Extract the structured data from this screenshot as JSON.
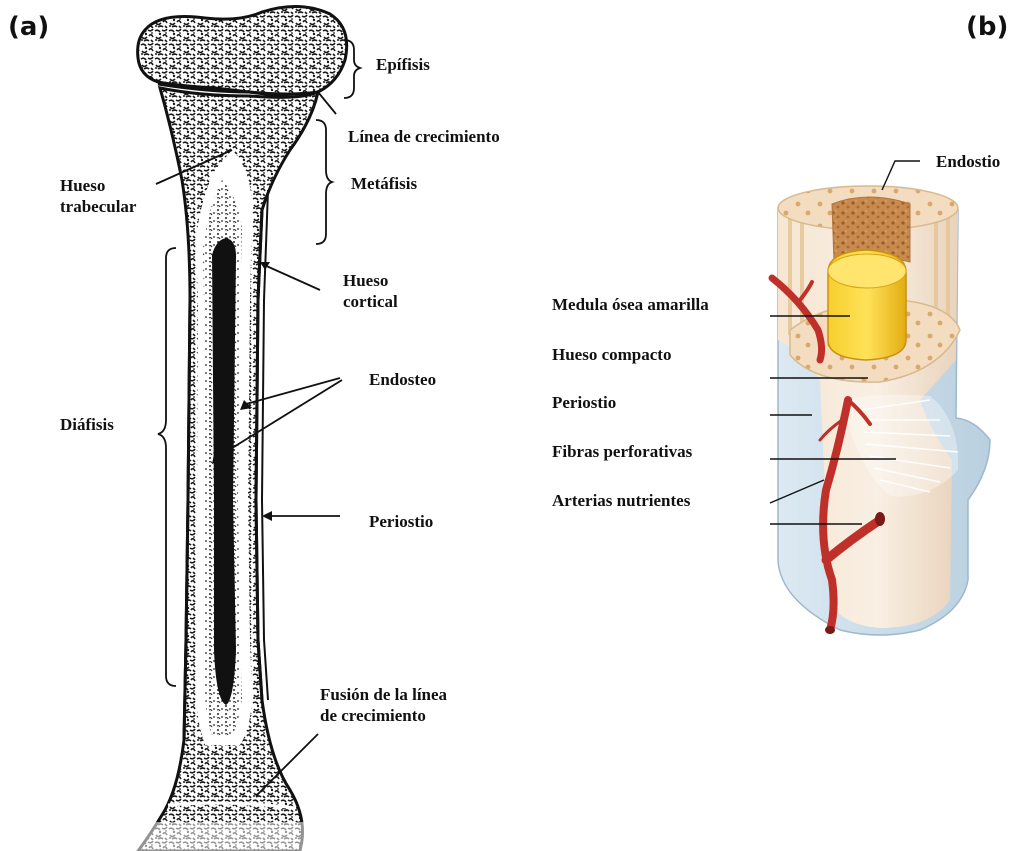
{
  "panels": {
    "a": "(a)",
    "b": "(b)"
  },
  "labels_a": {
    "epifisis": "Epífisis",
    "linea": "Línea de crecimiento",
    "metafisis": "Metáfisis",
    "trabecular_1": "Hueso",
    "trabecular_2": "trabecular",
    "cortical_1": "Hueso",
    "cortical_2": "cortical",
    "endosteo": "Endosteo",
    "diafisis": "Diáfisis",
    "periostio": "Periostio",
    "fusion_1": "Fusión de la línea",
    "fusion_2": "de crecimiento"
  },
  "labels_b": {
    "endostio": "Endostio",
    "medula": "Medula ósea amarilla",
    "compacto": "Hueso compacto",
    "periostio": "Periostio",
    "fibras": "Fibras perforativas",
    "arterias": "Arterias nutrientes"
  },
  "colors": {
    "bone_speckle": "#1a1a1a",
    "marrow_dark": "#111111",
    "yellow_marrow": "#f2c21a",
    "spongy": "#c98a4e",
    "compact": "#f3dcc0",
    "periosteum": "#cfe0ec",
    "artery": "#c0302a"
  }
}
